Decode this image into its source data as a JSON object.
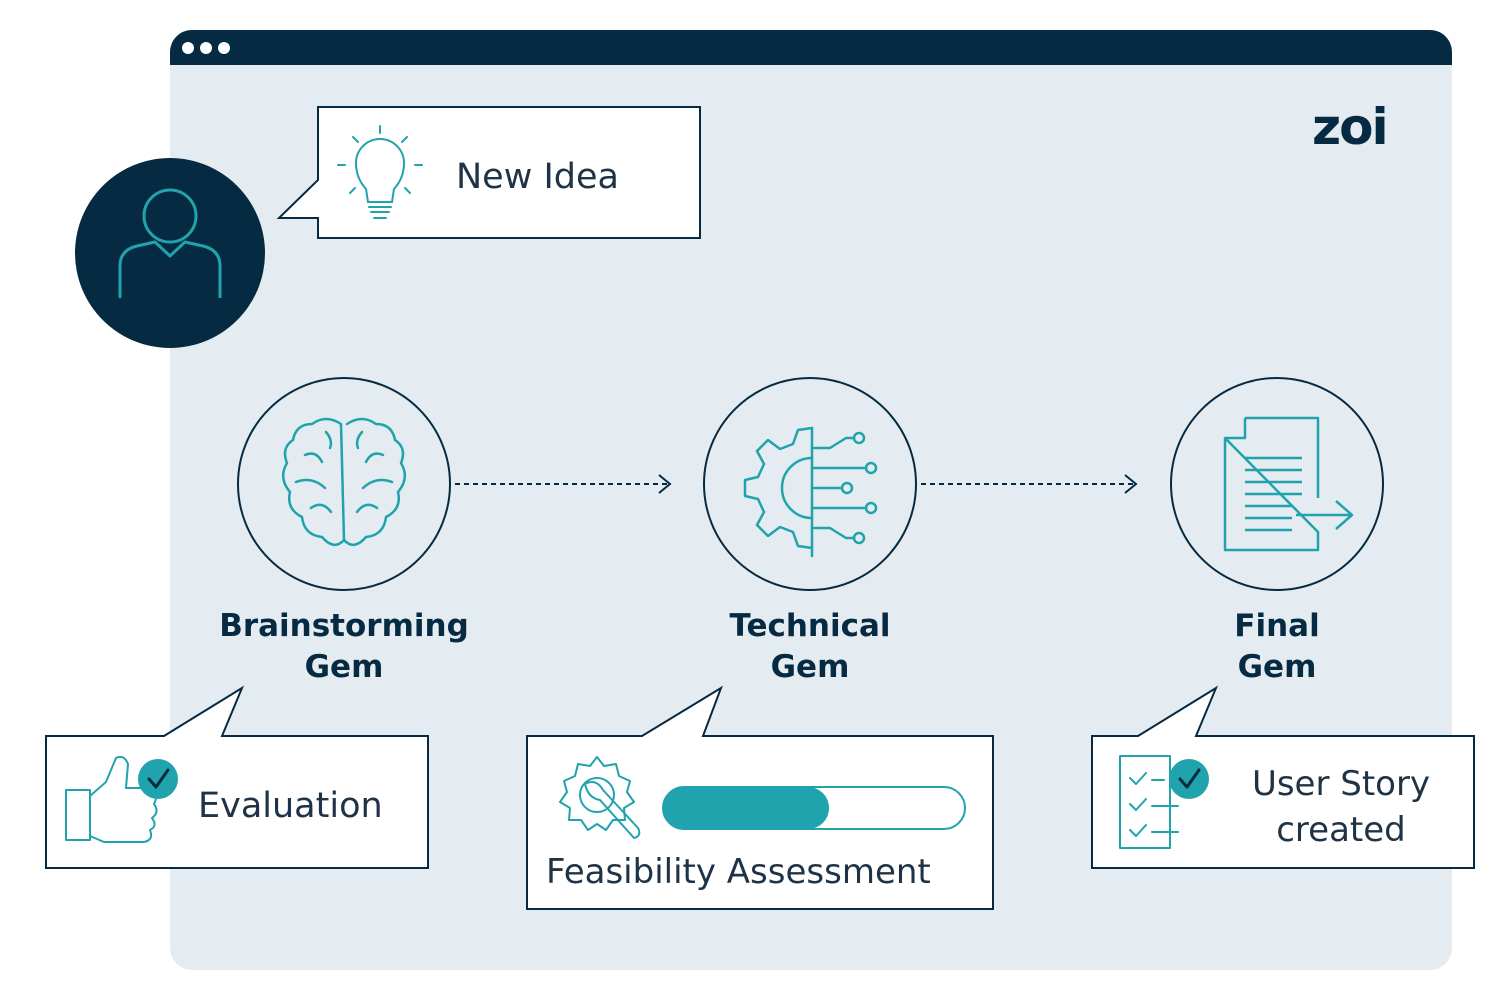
{
  "brand": {
    "logo_text": "zoi"
  },
  "colors": {
    "navy": "#052a42",
    "teal": "#20a3ac",
    "panel": "#e5ecf1",
    "text": "#1f3347"
  },
  "user": {
    "icon": "person-icon"
  },
  "idea_bubble": {
    "icon": "lightbulb-icon",
    "text": "New Idea"
  },
  "stages": [
    {
      "icon": "brain-icon",
      "line1": "Brainstorming",
      "line2": "Gem"
    },
    {
      "icon": "gear-circuit-icon",
      "line1": "Technical",
      "line2": "Gem"
    },
    {
      "icon": "document-export-icon",
      "line1": "Final",
      "line2": "Gem"
    }
  ],
  "bubbles": {
    "evaluation": {
      "icon": "thumbs-up-check-icon",
      "text": "Evaluation"
    },
    "feasibility": {
      "icon": "gear-wrench-icon",
      "text": "Feasibility Assessment",
      "progress": 0.55
    },
    "user_story": {
      "icon": "checklist-check-icon",
      "line1": "User Story",
      "line2": "created"
    }
  }
}
